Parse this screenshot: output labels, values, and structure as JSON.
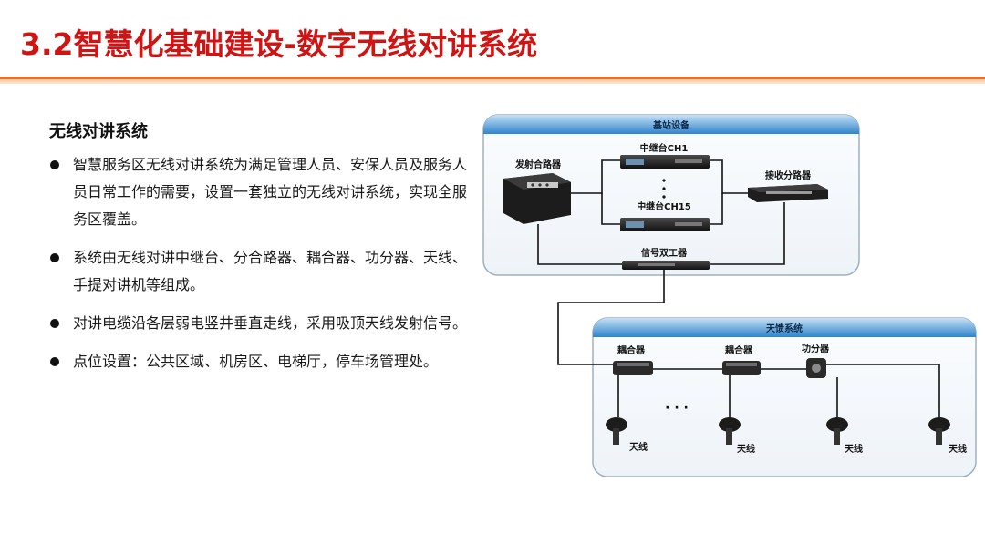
{
  "title": "3.2智慧化基础建设-数字无线对讲系统",
  "subtitle": "无线对讲系统",
  "bullets": [
    "智慧服务区无线对讲系统为满足管理人员、安保人员及服务人员日常工作的需要，设置一套独立的无线对讲系统，实现全服务区覆盖。",
    " 系统由无线对讲中继台、分合路器、耦合器、功分器、天线、手提对讲机等组成。",
    " 对讲电缆沿各层弱电竖井垂直走线，采用吸顶天线发射信号。",
    " 点位设置：公共区域、机房区、电梯厅，停车场管理处。"
  ],
  "diagram": {
    "base_station": {
      "header": "基站设备",
      "transmit_combiner": "发射合路器",
      "repeater_top": "中继台CH1",
      "repeater_bottom": "中继台CH15",
      "receive_splitter": "接收分路器",
      "duplexer": "信号双工器"
    },
    "antenna_system": {
      "header": "天馈系统",
      "coupler_1": "耦合器",
      "coupler_2": "耦合器",
      "splitter": "功分器",
      "ellipsis": "· · ·",
      "antenna_label": "天线"
    },
    "colors": {
      "title_red": "#d01414",
      "rule_orange": "#e0732a",
      "panel_header_top": "#a9d0ee",
      "panel_header_bottom": "#2f84cc",
      "panel_border": "#9fb0c0"
    }
  }
}
